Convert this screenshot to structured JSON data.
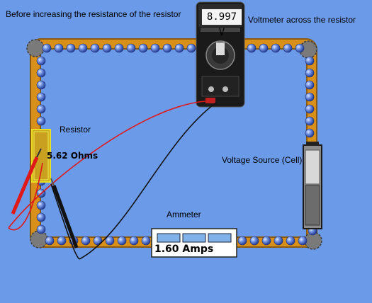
{
  "title": "Before increasing the resistance of the resistor",
  "voltmeter": {
    "label": "Voltmeter across the resistor",
    "reading": "8.997 V"
  },
  "resistor": {
    "label": "Resistor",
    "value": "5.62 Ohms"
  },
  "cell": {
    "label": "Voltage Source (Cell)"
  },
  "ammeter": {
    "label": "Ammeter",
    "reading": "1.60 Amps"
  },
  "colors": {
    "background": "#6b9ae8",
    "wire": "#d9901a",
    "electron": "#3d62c8",
    "probe_red": "#e01818",
    "probe_black": "#111111",
    "meter_body": "#1a1a1a"
  }
}
